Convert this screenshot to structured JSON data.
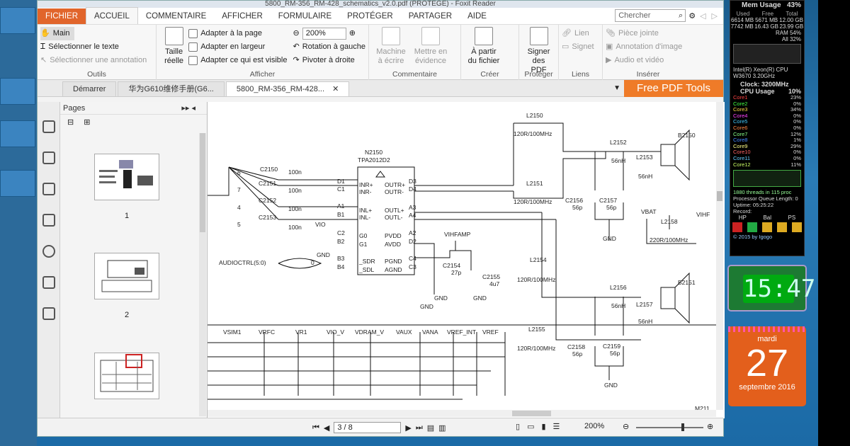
{
  "window": {
    "title": "5800_RM-356_RM-428_schematics_v2.0.pdf (PROTÉGÉ) - Foxit Reader"
  },
  "menu": [
    "FICHIER",
    "ACCUEIL",
    "COMMENTAIRE",
    "AFFICHER",
    "FORMULAIRE",
    "PROTÉGER",
    "PARTAGER",
    "AIDE"
  ],
  "search": {
    "placeholder": "Chercher"
  },
  "ribbon": {
    "outils": {
      "label": "Outils",
      "items": [
        "Main",
        "Sélectionner le texte",
        "Sélectionner une annotation"
      ]
    },
    "afficher": {
      "label": "Afficher",
      "taille": "Taille réelle",
      "items": [
        "Adapter à la page",
        "Adapter en largeur",
        "Adapter ce qui est visible"
      ],
      "zoom": "200%",
      "rot1": "Rotation à gauche",
      "rot2": "Pivoter à droite"
    },
    "commentaire": {
      "label": "Commentaire",
      "machine": "Machine à écrire",
      "mettre": "Mettre en évidence"
    },
    "creer": {
      "label": "Créer",
      "fichier": "À partir du fichier"
    },
    "proteger": {
      "label": "Protéger",
      "signer": "Signer des PDF"
    },
    "liens": {
      "label": "Liens",
      "lien": "Lien",
      "signet": "Signet"
    },
    "inserer": {
      "label": "Insérer",
      "pj": "Pièce jointe",
      "annot": "Annotation d'image",
      "audio": "Audio et vidéo"
    }
  },
  "tabs": [
    "Démarrer",
    "华为G610维修手册(G6...",
    "5800_RM-356_RM-428..."
  ],
  "free_pdf": "Free PDF Tools",
  "pages_panel": {
    "title": "Pages",
    "thumbs": [
      "1",
      "2"
    ]
  },
  "status": {
    "page": "3 / 8",
    "zoom": "200%"
  },
  "schematic": {
    "chip": "N2150",
    "chipmodel": "TPA2012D2",
    "labels": [
      "L2150",
      "120R/100MHz",
      "L2151",
      "120R/100MHz",
      "L2152",
      "56nH",
      "L2153",
      "56nH",
      "B2150",
      "C2156",
      "56p",
      "C2157",
      "56p",
      "GND",
      "VBAT",
      "L2158",
      "220R/100MHz",
      "VIHF",
      "L2154",
      "120R/100MHz",
      "L2155",
      "120R/100MHz",
      "L2156",
      "56nH",
      "L2157",
      "56nH",
      "B2151",
      "C2158",
      "56p",
      "C2159",
      "56p",
      "GND",
      "C2150",
      "100n",
      "C2151",
      "100n",
      "C2152",
      "100n",
      "C2153",
      "100n",
      "VIO",
      "GND",
      "AUDIOCTRL(5:0)",
      "VIHFAMP",
      "C2154",
      "27p",
      "C2155",
      "4u7",
      "GND",
      "GND",
      "GND",
      "VSIM1",
      "VRFC",
      "VR1",
      "VIO_V",
      "VDRAM_V",
      "VAUX",
      "VANA",
      "VREF_INT",
      "VREF",
      "M211"
    ],
    "pins": [
      "INR+",
      "INR-",
      "INL+",
      "INL-",
      "G0",
      "G1",
      "_SDR",
      "_SDL",
      "OUTR+",
      "OUTR-",
      "OUTL+",
      "OUTL-",
      "PVDD",
      "AVDD",
      "PGND",
      "AGND",
      "D1",
      "C1",
      "A1",
      "B1",
      "C2",
      "B2",
      "B3",
      "B4",
      "D3",
      "D4",
      "A3",
      "A4",
      "A2",
      "D2",
      "C4",
      "C3",
      "6",
      "7",
      "4",
      "5",
      "0"
    ]
  },
  "gadgets": {
    "mem": {
      "title": "Mem Usage",
      "pct": "43%",
      "cols": [
        "Used",
        "Free",
        "Total"
      ],
      "row1": [
        "6614 MB",
        "5671 MB",
        "12.00 GB"
      ],
      "row3": [
        "7742 MB",
        "16.43 GB",
        "23.99 GB"
      ],
      "ram": "RAM",
      "ram_pct": "54%",
      "all": "All",
      "all_pct": "32%"
    },
    "cpu": {
      "name": "Intel(R) Xeon(R) CPU W3670 3.20GHz",
      "clock_label": "Clock:",
      "clock": "3200MHz",
      "usage_label": "CPU Usage",
      "usage": "10%",
      "cores": [
        [
          "Core1",
          "23%"
        ],
        [
          "Core2",
          "0%"
        ],
        [
          "Core3",
          "34%"
        ],
        [
          "Core4",
          "0%"
        ],
        [
          "Core5",
          "0%"
        ],
        [
          "Core6",
          "0%"
        ],
        [
          "Core7",
          "12%"
        ],
        [
          "Core8",
          "1%"
        ],
        [
          "Core9",
          "29%"
        ],
        [
          "Core10",
          "0%"
        ],
        [
          "Core11",
          "0%"
        ],
        [
          "Core12",
          "11%"
        ]
      ],
      "threads": "1880 threads in 115 proc",
      "pql": "Processor Queue Length: 0",
      "uptime": "Uptime: 05:25:22",
      "record": "Record:",
      "modes": [
        "HP",
        "Bal",
        "PS"
      ],
      "copy": "© 2015 by Igogo"
    },
    "clock": "15:47",
    "calendar": {
      "day": "mardi",
      "num": "27",
      "month": "septembre 2016"
    }
  }
}
